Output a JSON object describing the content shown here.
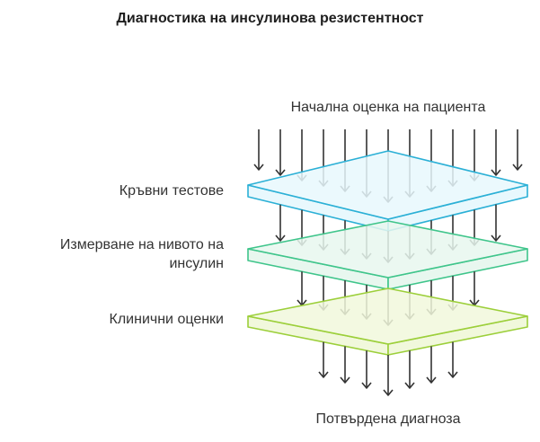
{
  "title": "Диагностика на инсулинова резистентност",
  "input_label": "Начална оценка на пациента",
  "output_label": "Потвърдена диагноза",
  "layers": [
    {
      "label_line1": "Кръвни тестове",
      "label_line2": "",
      "stroke": "#2bb0d6",
      "fill": "#e8f8fd"
    },
    {
      "label_line1": "Измерване на нивото на",
      "label_line2": "инсулин",
      "stroke": "#3fc58b",
      "fill": "#e8f7ef"
    },
    {
      "label_line1": "Клинични оценки",
      "label_line2": "",
      "stroke": "#9ccf3a",
      "fill": "#f1f8dc"
    }
  ],
  "colors": {
    "arrow": "#333333",
    "text": "#333333"
  }
}
